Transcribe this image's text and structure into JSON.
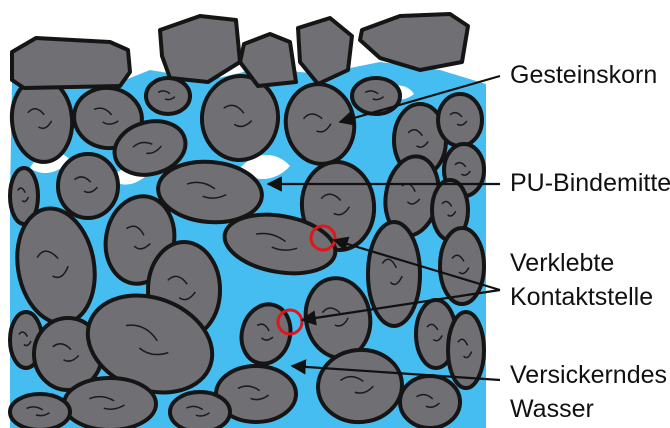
{
  "labels": {
    "grain": "Gesteinskorn",
    "binder": "PU-Bindemittel",
    "contact_line1": "Verklebte",
    "contact_line2": "Kontaktstelle",
    "water_line1": "Versickerndes",
    "water_line2": "Wasser"
  },
  "colors": {
    "water": "#45bdf0",
    "stone_fill": "#6f6f74",
    "stone_outline": "#151515",
    "contact_marker": "#e0161b",
    "binder": "#ffffff"
  }
}
